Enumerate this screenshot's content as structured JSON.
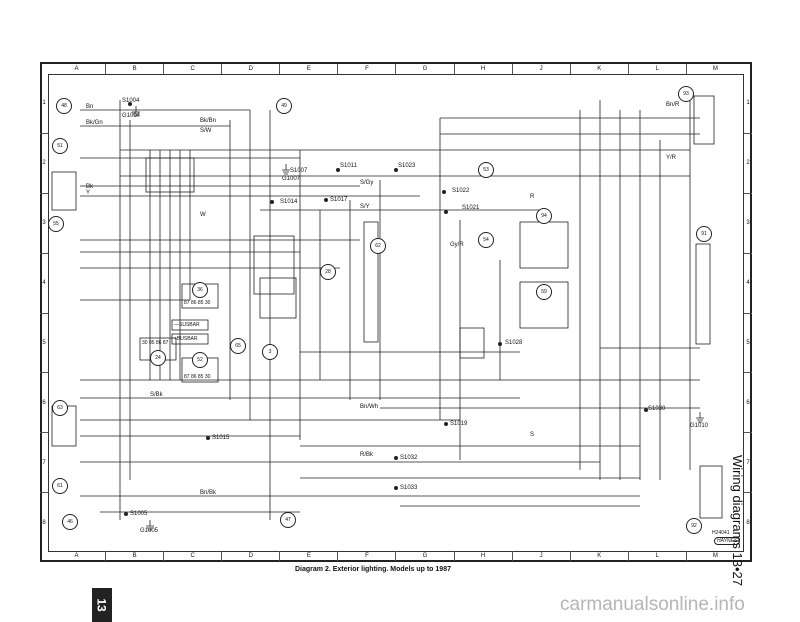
{
  "diagram": {
    "caption": "Diagram 2. Exterior lighting. Models up to 1987",
    "side_title": "Wiring diagrams 13•27",
    "page_tab": "13",
    "watermark": "carmanualsonline.info",
    "ref_code": "H24041",
    "logo_text": "HAYNES",
    "grid": {
      "columns": [
        "A",
        "B",
        "C",
        "D",
        "E",
        "F",
        "G",
        "H",
        "J",
        "K",
        "L",
        "M"
      ],
      "rows": [
        "1",
        "2",
        "3",
        "4",
        "5",
        "6",
        "7",
        "8"
      ]
    },
    "splices": [
      "S1004",
      "S1011",
      "S1023",
      "S1022",
      "S1021",
      "S1007",
      "S1014",
      "S1017",
      "S1028",
      "S1015",
      "S1019",
      "S1032",
      "S1033",
      "S1005",
      "S1030"
    ],
    "grounds": [
      "G1004",
      "G1007",
      "G1005",
      "G1010"
    ],
    "components": [
      "48",
      "49",
      "51",
      "53",
      "54",
      "62",
      "55",
      "93",
      "91",
      "94",
      "36",
      "28",
      "24",
      "52",
      "65",
      "3",
      "59",
      "63",
      "61",
      "46",
      "47",
      "92"
    ],
    "wire_codes": [
      "Bn",
      "Bk/Gn",
      "Bk/Bn",
      "Bk",
      "S/Bk",
      "R",
      "Y",
      "Bn/R",
      "Bn/Bk",
      "S/W",
      "S/Y",
      "Gy/R",
      "S/Gy",
      "Y/R",
      "W",
      "Bn/Wh",
      "R/Bk",
      "S"
    ],
    "relay_labels": [
      "87 86 85 30",
      "30 85 86 87",
      "87 86 85 30"
    ],
    "button_labels": [
      "—SUSBAR",
      "+BUSBAR"
    ]
  }
}
